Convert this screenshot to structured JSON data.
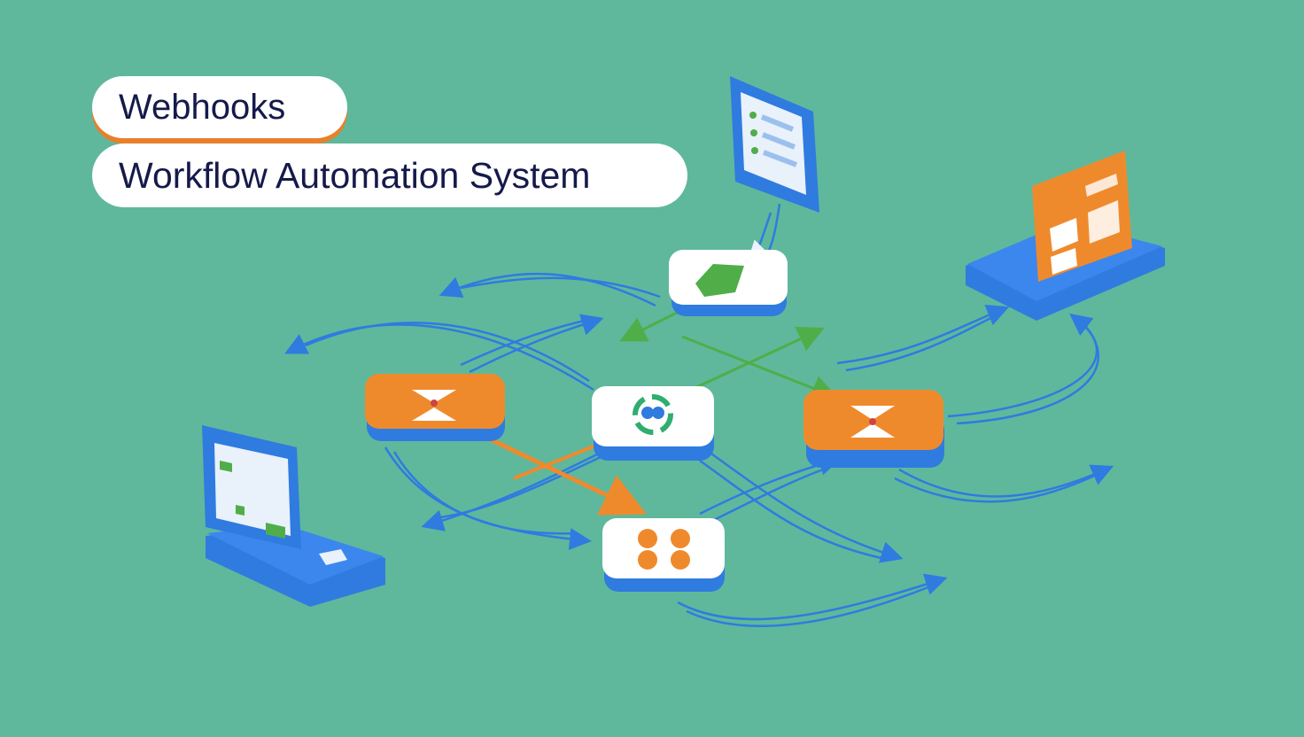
{
  "title": {
    "line1": "Webhooks",
    "line2": "Workflow Automation System"
  },
  "colors": {
    "background": "#5fb89c",
    "blue": "#2f7be0",
    "orange": "#ef8a2c",
    "green": "#4fae48",
    "text": "#151a4a"
  },
  "nodes": [
    {
      "name": "document-panel",
      "icon": "list-document-icon"
    },
    {
      "name": "green-trigger-node",
      "icon": "green-shapes-icon"
    },
    {
      "name": "orange-dashboard-node",
      "icon": "dashboard-screen-icon"
    },
    {
      "name": "orange-left-node",
      "icon": "funnel-icon"
    },
    {
      "name": "center-hub-node",
      "icon": "sync-cycle-icon"
    },
    {
      "name": "orange-right-node",
      "icon": "funnel-icon"
    },
    {
      "name": "bottom-node",
      "icon": "four-dots-icon"
    },
    {
      "name": "laptop-node",
      "icon": "laptop-icon"
    }
  ]
}
